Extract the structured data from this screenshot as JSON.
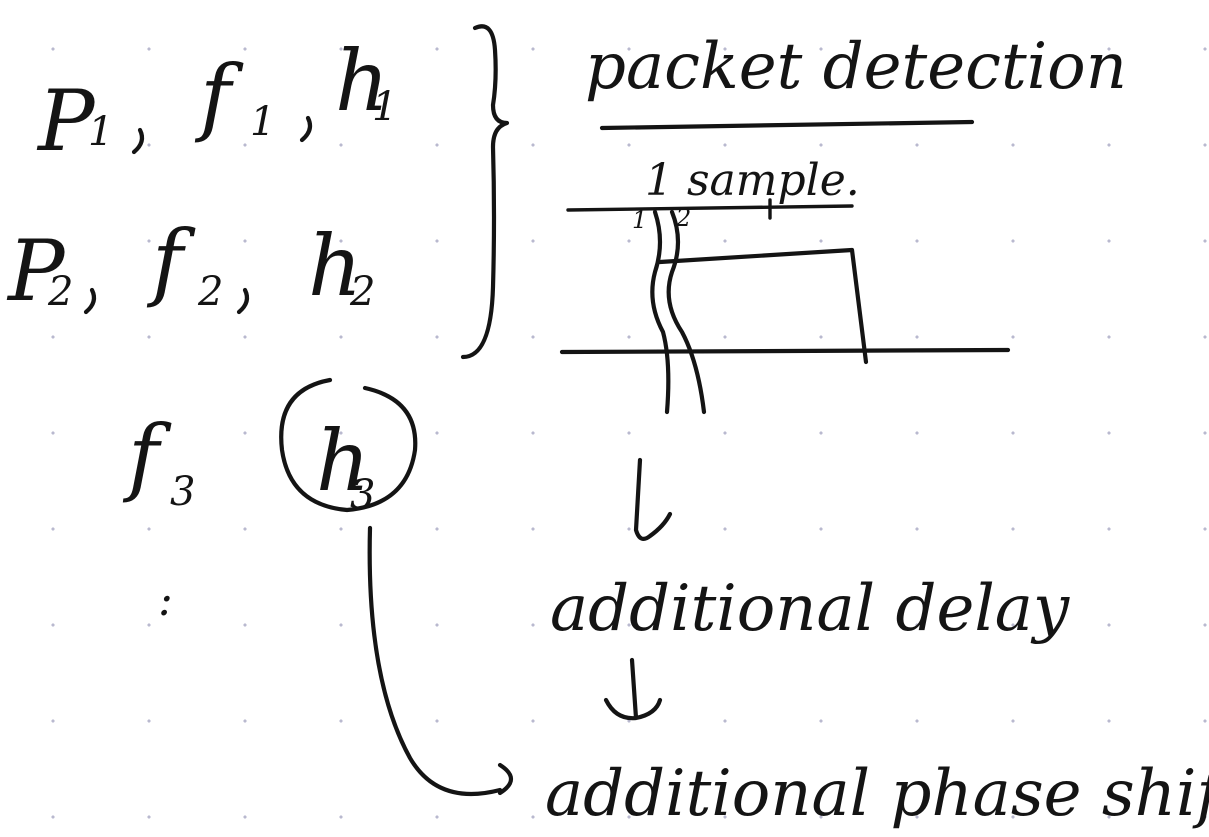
{
  "notes": {
    "row1": {
      "p": "P",
      "p_sub": "1",
      "f": "f",
      "f_sub": "1",
      "h": "h",
      "h_sub": "1"
    },
    "row2": {
      "p": "P",
      "p_sub": "2",
      "f": "f",
      "f_sub": "2",
      "h": "h",
      "h_sub": "2"
    },
    "row3": {
      "f": "f",
      "f_sub": "3",
      "h": "h",
      "h_sub": "3"
    },
    "ellipsis": ":",
    "title": "packet detection",
    "sample_label": "1 sample.",
    "tick_1": "1",
    "tick_2": "2",
    "step_1": "additional delay",
    "step_2": "additional phase shift."
  },
  "ink_color": "#141414",
  "dot_color": "#b9b9cf"
}
